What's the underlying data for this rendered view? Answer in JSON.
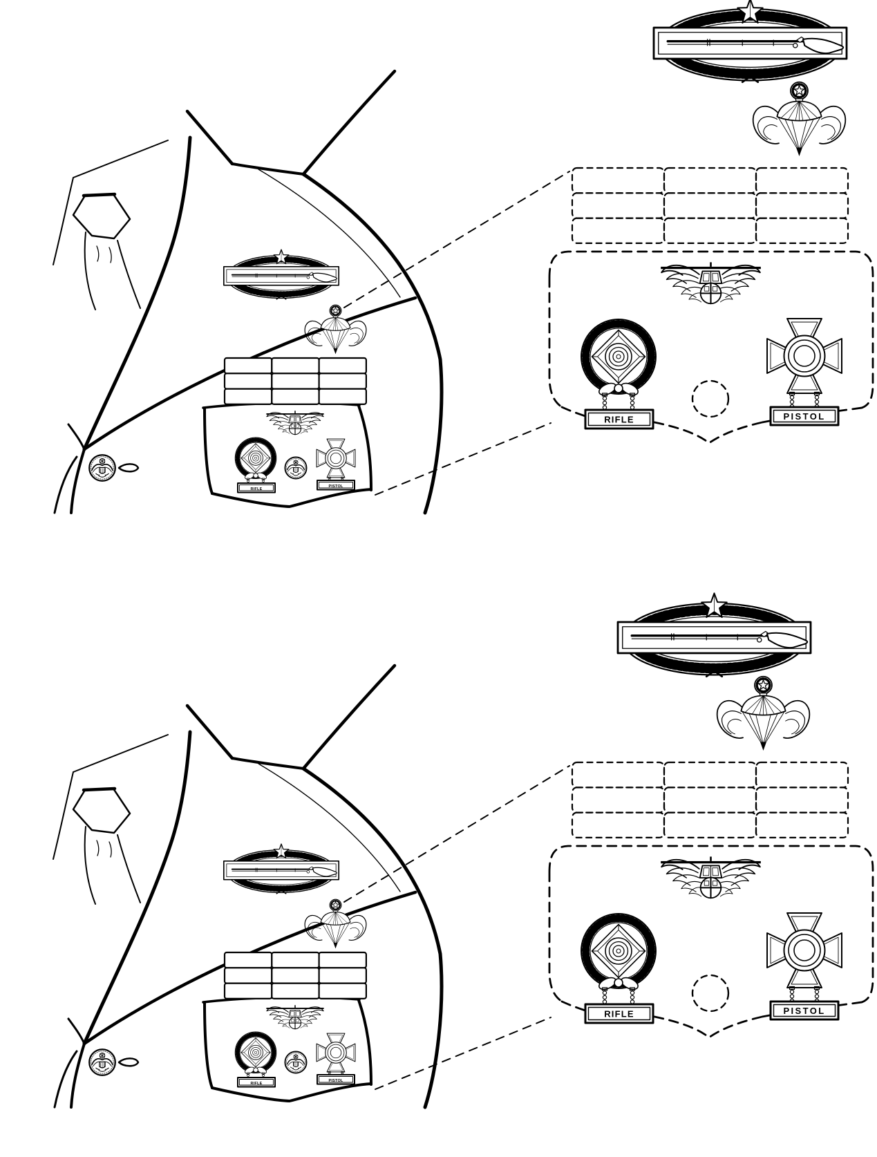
{
  "page": {
    "background_color": "#ffffff",
    "line_color": "#000000"
  },
  "panels": [
    {
      "position": "top",
      "jacket": {
        "illustration": "service-coat-left-chest-with-tie",
        "badges": [
          "combat-infantryman-badge-2nd-award",
          "master-parachutist-badge",
          "ribbon-rack-3x3",
          "air-assault-badge",
          "expert-marksmanship-badge",
          "sharpshooter-marksmanship-badge",
          "eagle-coat-button"
        ],
        "rifle_bar_label": "RIFLE",
        "pistol_bar_label": "PISTOL"
      },
      "detail_callout": {
        "badges": [
          "combat-infantryman-badge-2nd-award",
          "master-parachutist-badge",
          "ribbon-placement-grid-3x3",
          "air-assault-badge",
          "expert-marksmanship-badge",
          "sharpshooter-marksmanship-badge",
          "pocket-button-position-circle"
        ],
        "rifle_bar_label": "RIFLE",
        "pistol_bar_label": "PISTOL"
      }
    },
    {
      "position": "bottom",
      "jacket": {
        "illustration": "service-coat-left-chest-with-tie",
        "badges": [
          "combat-infantryman-badge-2nd-award",
          "master-parachutist-badge",
          "ribbon-rack-3x3",
          "air-assault-badge",
          "expert-marksmanship-badge",
          "sharpshooter-marksmanship-badge",
          "eagle-coat-button"
        ],
        "rifle_bar_label": "RIFLE",
        "pistol_bar_label": "PISTOL"
      },
      "detail_callout": {
        "badges": [
          "combat-infantryman-badge-2nd-award",
          "master-parachutist-badge",
          "ribbon-placement-grid-3x3",
          "air-assault-badge",
          "expert-marksmanship-badge",
          "sharpshooter-marksmanship-badge",
          "pocket-button-position-circle"
        ],
        "rifle_bar_label": "RIFLE",
        "pistol_bar_label": "PISTOL"
      }
    }
  ]
}
